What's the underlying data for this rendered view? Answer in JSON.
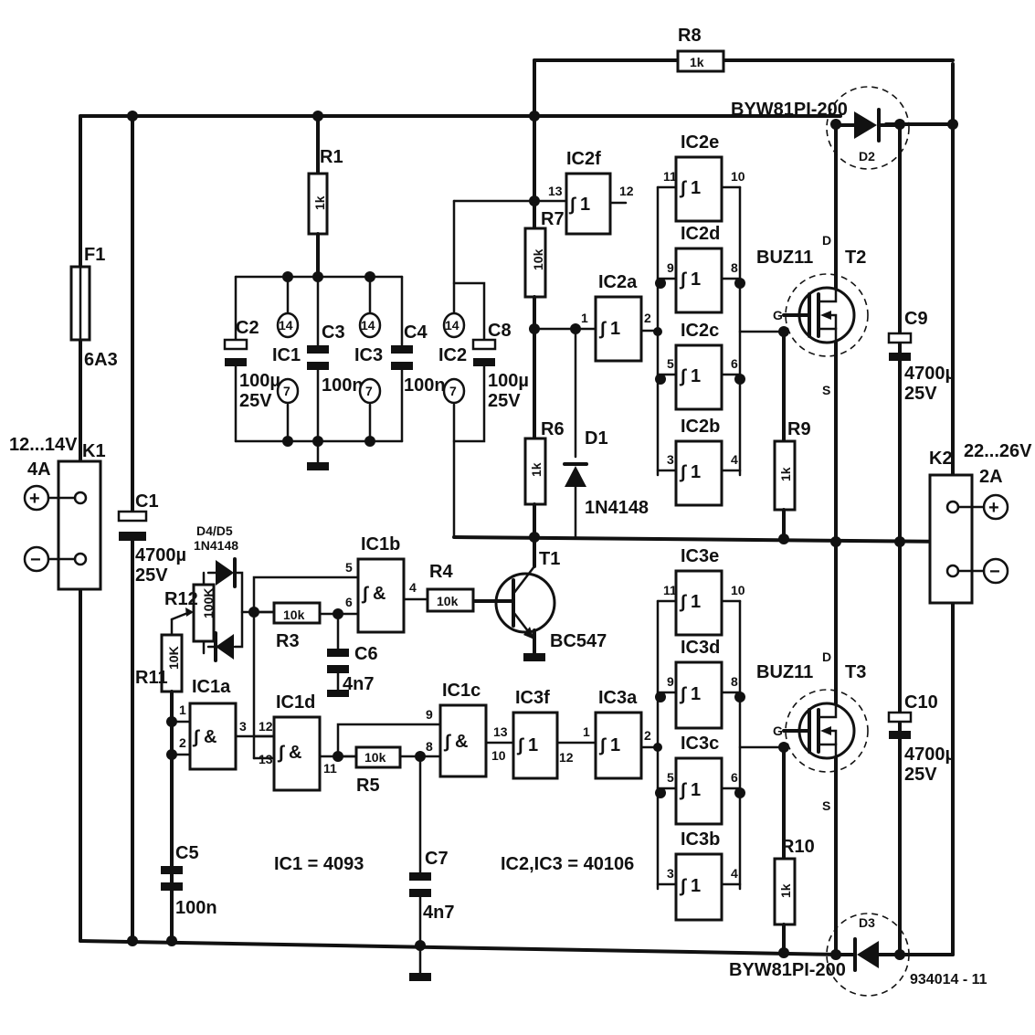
{
  "labels": {
    "R1": "R1",
    "R1v": "1k",
    "R3": "R3",
    "R3v": "10k",
    "R4": "R4",
    "R4v": "10k",
    "R5": "R5",
    "R5v": "10k",
    "R6": "R6",
    "R6v": "1k",
    "R7": "R7",
    "R7v": "10k",
    "R8": "R8",
    "R8v": "1k",
    "R9": "R9",
    "R9v": "1k",
    "R10": "R10",
    "R10v": "1k",
    "R11": "R11",
    "R11v": "10K",
    "R12": "R12",
    "R12v": "100K",
    "C1": "C1",
    "C1v": "4700µ",
    "C1u": "25V",
    "C2": "C2",
    "C2v": "100µ",
    "C2u": "25V",
    "C3": "C3",
    "C3v": "100n",
    "C4": "C4",
    "C4v": "100n",
    "C5": "C5",
    "C5v": "100n",
    "C6": "C6",
    "C6v": "4n7",
    "C7": "C7",
    "C7v": "4n7",
    "C8": "C8",
    "C8v": "100µ",
    "C8u": "25V",
    "C9": "C9",
    "C9v": "4700µ",
    "C9u": "25V",
    "C10": "C10",
    "C10v": "4700µ",
    "C10u": "25V",
    "F1": "F1",
    "F1v": "6A3",
    "K1": "K1",
    "K1v": "12...14V",
    "K1a": "4A",
    "K2": "K2",
    "K2v": "22...26V",
    "K2a": "2A",
    "D1": "D1",
    "D1v": "1N4148",
    "D2": "D2",
    "D3": "D3",
    "D45": "D4/D5",
    "D45v": "1N4148",
    "D2type": "BYW81PI-200",
    "D3type": "BYW81PI-200",
    "T1": "T1",
    "T1v": "BC547",
    "T2": "T2",
    "T2v": "BUZ11",
    "T3": "T3",
    "T3v": "BUZ11",
    "gD": "D",
    "gG": "G",
    "gS": "S",
    "IC1": "IC1",
    "IC2": "IC2",
    "IC3": "IC3",
    "IC1a": "IC1a",
    "IC1b": "IC1b",
    "IC1c": "IC1c",
    "IC1d": "IC1d",
    "IC2a": "IC2a",
    "IC2b": "IC2b",
    "IC2c": "IC2c",
    "IC2d": "IC2d",
    "IC2e": "IC2e",
    "IC2f": "IC2f",
    "IC3a": "IC3a",
    "IC3b": "IC3b",
    "IC3c": "IC3c",
    "IC3d": "IC3d",
    "IC3e": "IC3e",
    "IC3f": "IC3f",
    "pin14": "14",
    "pin7": "7",
    "nandSym": "∫ &",
    "invSym": "∫ 1",
    "plus": "+",
    "minus": "−",
    "note1": "IC1 = 4093",
    "note2": "IC2,IC3 = 40106",
    "figno": "934014 - 11"
  },
  "pins": {
    "p1": "1",
    "p2": "2",
    "p3": "3",
    "p4": "4",
    "p5": "5",
    "p6": "6",
    "p8": "8",
    "p9": "9",
    "p10": "10",
    "p11": "11",
    "p12": "12",
    "p13": "13"
  }
}
